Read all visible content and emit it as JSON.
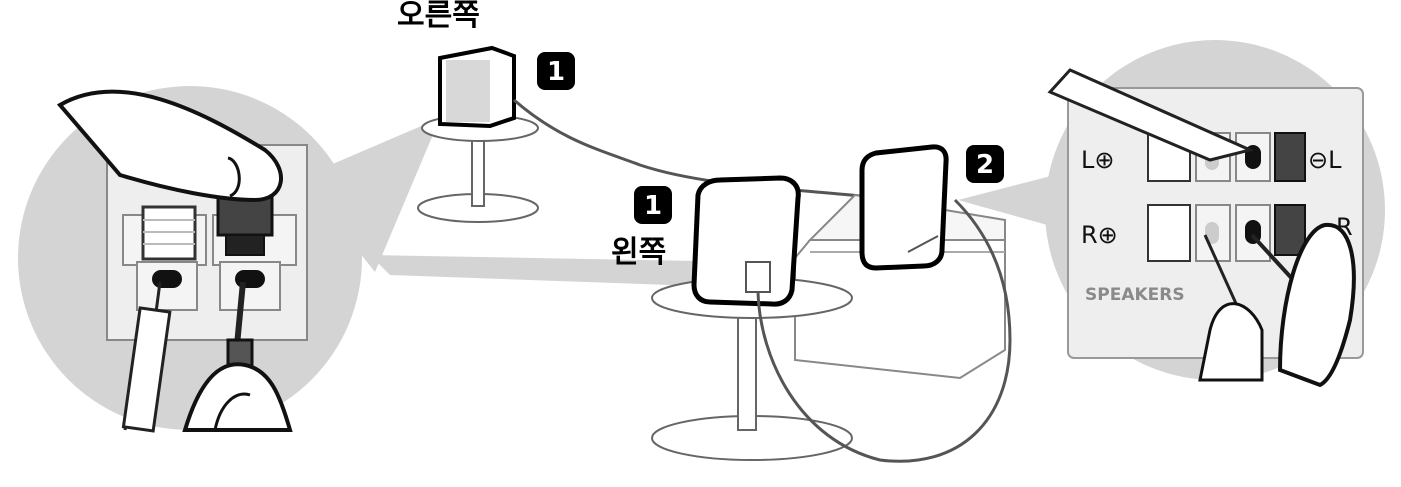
{
  "labels": {
    "right_speaker": "오른쪽",
    "left_speaker": "왼쪽"
  },
  "steps": {
    "right_speaker_step": "1",
    "left_speaker_step": "1",
    "receiver_step": "2"
  },
  "left_zoom": {
    "plus_symbol": "⊕"
  },
  "right_zoom": {
    "l_plus": "L⊕",
    "l_minus": "⊖L",
    "r_plus": "R⊕",
    "r_minus": "R",
    "panel_label": "SPEAKERS"
  },
  "colors": {
    "zoom_bg": "#d4d4d4",
    "panel": "#eeeeee",
    "badge": "#000000",
    "black_terminal": "#3a3a3a",
    "white_terminal": "#ffffff"
  }
}
